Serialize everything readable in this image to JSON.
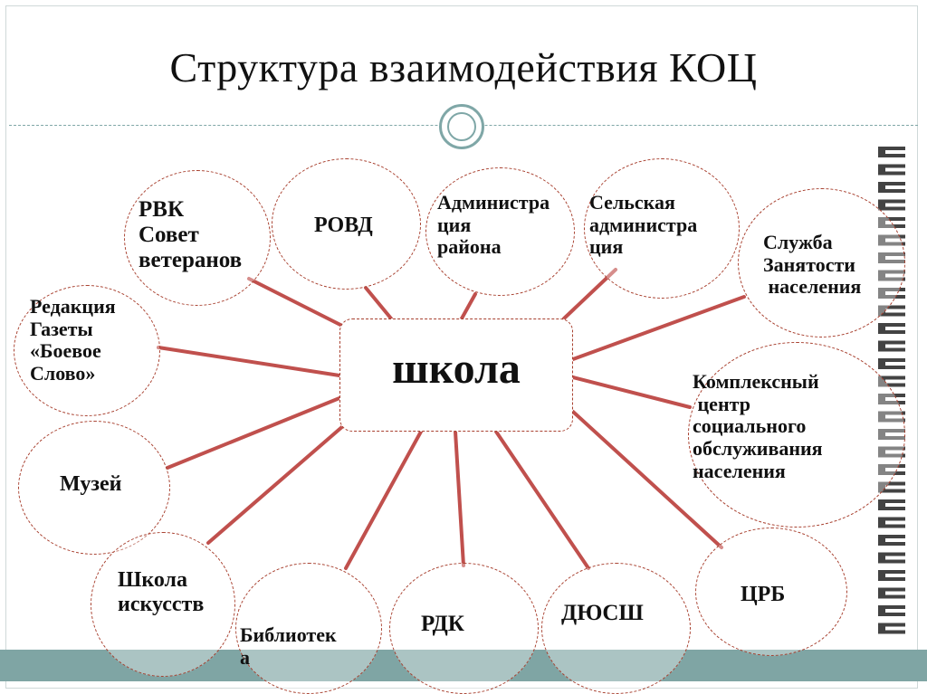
{
  "title": "Структура взаимодействия КОЦ",
  "center": {
    "label": "школа"
  },
  "nodes": {
    "rvk": "РВК\nСовет\nветеранов",
    "rovd": "РОВД",
    "admin_rayona": "Администра\nция\nрайона",
    "selskaya_admin": "Сельская\nадминистра\nция",
    "sluzhba": "Служба\nЗанятости\n населения",
    "redaktsiya": "Редакция\nГазеты\n«Боевое\nСлово»",
    "kcson": "Комплексный\n центр\nсоциального\nобслуживания\nнаселения",
    "muzey": "Музей",
    "crb": "ЦРБ",
    "shkola_iskusstv": "Школа\nискусств",
    "biblioteka": "Библиотек\nа",
    "rdk": "РДК",
    "dyussh": "ДЮСШ"
  },
  "colors": {
    "connector": "#c0504d",
    "circle_border": "#a8402f",
    "band": "#7fa5a4",
    "ring": "#7fa7a7"
  },
  "decoration": {
    "edge_pattern_icon": "zigzag-edge-pattern-icon"
  }
}
